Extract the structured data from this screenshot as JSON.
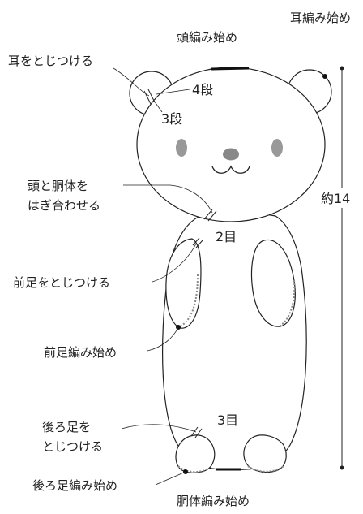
{
  "labels": {
    "head_start": "頭編み始め",
    "ear_start": "耳編み始め",
    "attach_ears": "耳をとじつける",
    "rows_4": "4段",
    "rows_3": "3段",
    "join_head_body_1": "頭と胴体を",
    "join_head_body_2": "はぎ合わせる",
    "rows_2": "2目",
    "attach_front_legs": "前足をとじつける",
    "front_leg_start": "前足編み始め",
    "height": "約14",
    "attach_back_legs_1": "後ろ足を",
    "attach_back_legs_2": "とじつける",
    "rows_3b": "3目",
    "back_leg_start": "後ろ足編み始め",
    "body_start": "胴体編み始め"
  },
  "colors": {
    "line": "#222222",
    "dash": "#888888",
    "accent_bar": "#111111"
  }
}
